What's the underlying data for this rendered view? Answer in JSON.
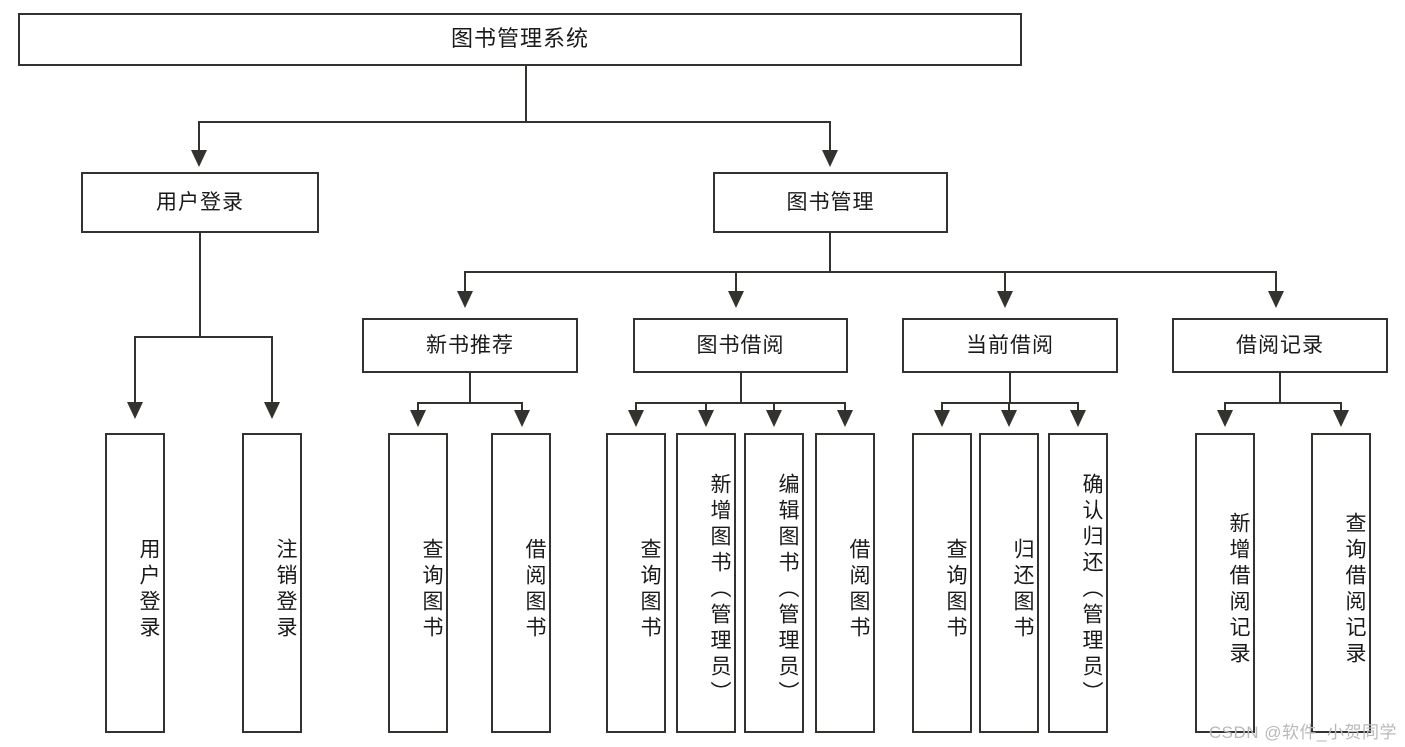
{
  "diagram": {
    "title": "图书管理系统",
    "type": "tree-hierarchy",
    "root": {
      "label": "图书管理系统"
    },
    "level2": [
      {
        "label": "用户登录"
      },
      {
        "label": "图书管理"
      }
    ],
    "level3": [
      {
        "label": "新书推荐"
      },
      {
        "label": "图书借阅"
      },
      {
        "label": "当前借阅"
      },
      {
        "label": "借阅记录"
      }
    ],
    "leaves": {
      "user_login": [
        {
          "label": "用户登录"
        },
        {
          "label": "注销登录"
        }
      ],
      "new_book_recommend": [
        {
          "label": "查询图书"
        },
        {
          "label": "借阅图书"
        }
      ],
      "book_borrow": [
        {
          "label": "查询图书"
        },
        {
          "label": "新增图书（管理员）"
        },
        {
          "label": "编辑图书（管理员）"
        },
        {
          "label": "借阅图书"
        }
      ],
      "current_borrow": [
        {
          "label": "查询图书"
        },
        {
          "label": "归还图书"
        },
        {
          "label": "确认归还（管理员）"
        }
      ],
      "borrow_record": [
        {
          "label": "新增借阅记录"
        },
        {
          "label": "查询借阅记录"
        }
      ]
    }
  },
  "watermark": {
    "text": "CSDN @软件_小贺同学"
  },
  "colors": {
    "stroke": "#33322f",
    "background": "#ffffff",
    "text": "#1a1a1a",
    "watermark": "#b9b9b9"
  }
}
